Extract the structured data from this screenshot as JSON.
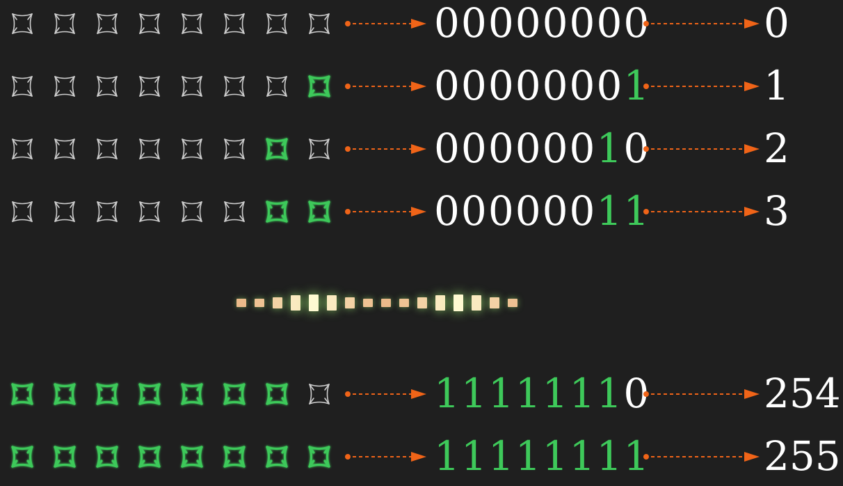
{
  "colors": {
    "background": "#1f1f1f",
    "bit_off": "#cfcfcf",
    "bit_on": "#3ec95a",
    "arrow": "#f06418",
    "digit_zero": "#ffffff",
    "digit_one": "#3ec95a",
    "decimal": "#ffffff"
  },
  "icons": {
    "bit_off": "bit-off-icon",
    "bit_on": "bit-on-icon",
    "arrow": "dotted-arrow-icon"
  },
  "rows_top": [
    {
      "binary": "00000000",
      "decimal": "0"
    },
    {
      "binary": "00000001",
      "decimal": "1"
    },
    {
      "binary": "00000010",
      "decimal": "2"
    },
    {
      "binary": "00000011",
      "decimal": "3"
    }
  ],
  "rows_bottom": [
    {
      "binary": "11111110",
      "decimal": "254"
    },
    {
      "binary": "11111111",
      "decimal": "255"
    }
  ]
}
